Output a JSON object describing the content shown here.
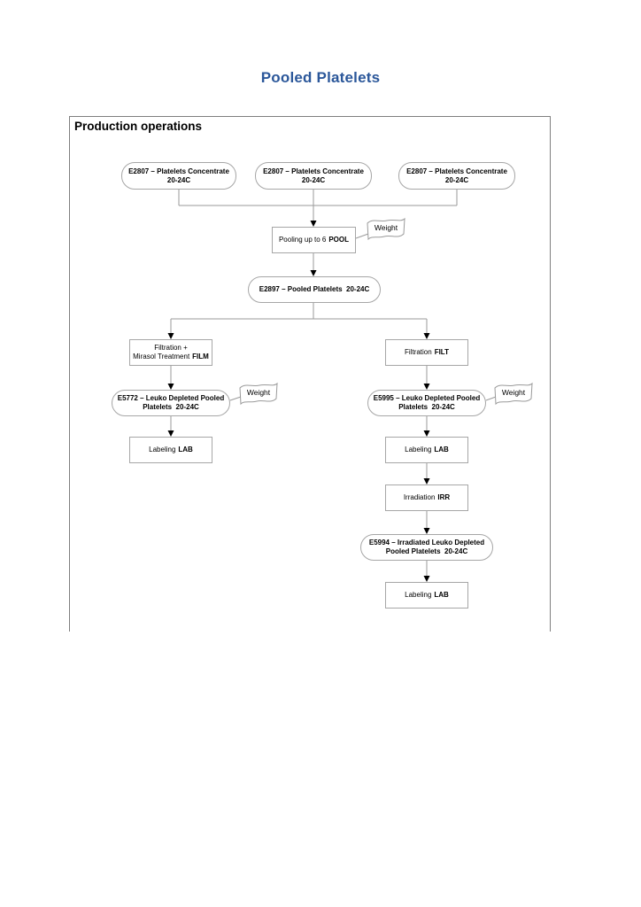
{
  "page": {
    "title": "Pooled Platelets"
  },
  "frame": {
    "heading": "Production operations"
  },
  "colors": {
    "title_blue": "#2b579a",
    "connector_gray": "#9a9a9a",
    "box_border_gray": "#a6a6a6",
    "arrowhead_black": "#000000"
  },
  "nodes": {
    "source1": {
      "line1": "E2807 – Platelets Concentrate",
      "line2": "20-24C"
    },
    "source2": {
      "line1": "E2807 – Platelets Concentrate",
      "line2": "20-24C"
    },
    "source3": {
      "line1": "E2807 – Platelets Concentrate",
      "line2": "20-24C"
    },
    "pooling": {
      "text": "Pooling up to 6",
      "code": "POOL"
    },
    "pooled_platelets": {
      "line1": "E2897 – Pooled Platelets  20-24C"
    },
    "filtration_mirasol": {
      "line1": "Filtration +",
      "line2_text": "Mirasol Treatment",
      "code": "FILM"
    },
    "e5772": {
      "line1": "E5772 – Leuko Depleted Pooled",
      "line2": "Platelets  20-24C"
    },
    "labeling_left": {
      "text": "Labeling",
      "code": "LAB"
    },
    "filtration_right": {
      "text": "Filtration",
      "code": "FILT"
    },
    "e5995": {
      "line1": "E5995 – Leuko Depleted Pooled",
      "line2": "Platelets  20-24C"
    },
    "labeling_right": {
      "text": "Labeling",
      "code": "LAB"
    },
    "irradiation": {
      "text": "Irradiation",
      "code": "IRR"
    },
    "e5994": {
      "line1": "E5994 – Irradiated Leuko Depleted",
      "line2": "Pooled Platelets  20-24C"
    },
    "labeling_final": {
      "text": "Labeling",
      "code": "LAB"
    }
  },
  "annotations": {
    "weight_pooling": "Weight",
    "weight_e5772": "Weight",
    "weight_e5995": "Weight"
  }
}
